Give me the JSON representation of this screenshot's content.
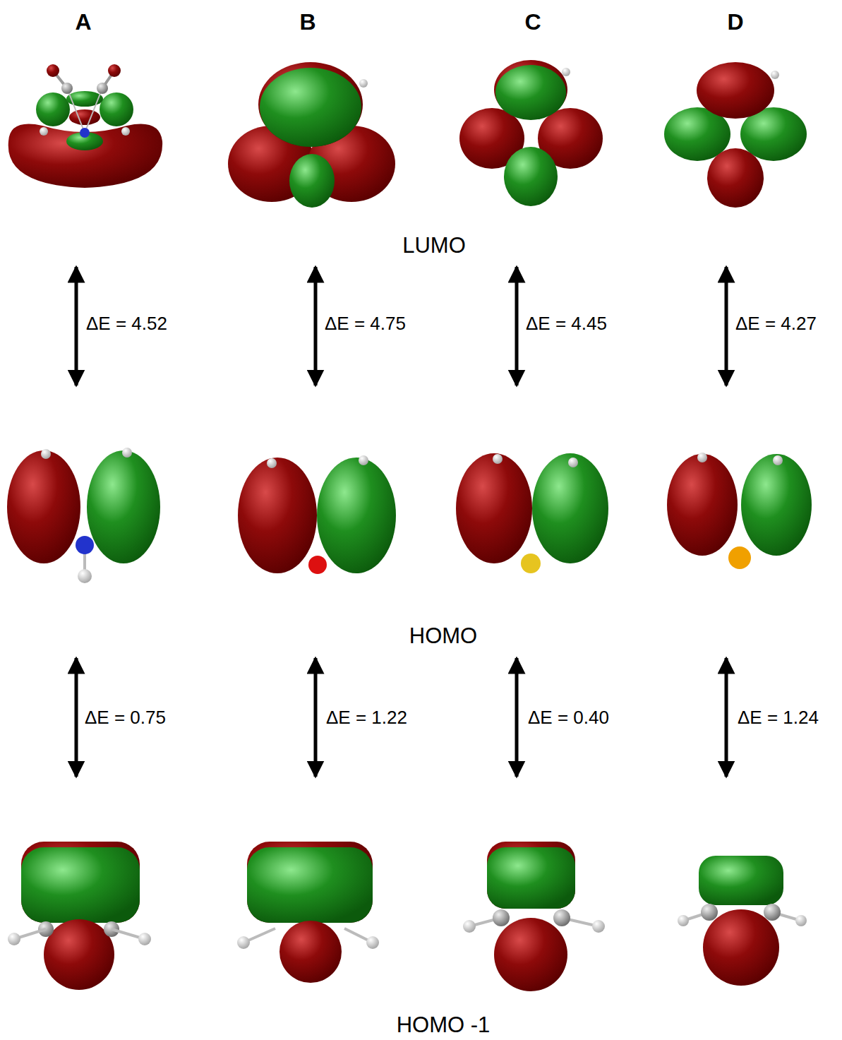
{
  "diagram": {
    "labels": [
      "A",
      "B",
      "C",
      "D",
      "LUMO",
      "ΔE = 4.52",
      "ΔE = 4.75",
      "ΔE = 4.45",
      "ΔE = 4.27",
      "HOMO",
      "ΔE = 0.75",
      "ΔE = 1.22",
      "ΔE = 0.40",
      "ΔE = 1.24",
      "HOMO -1"
    ]
  }
}
